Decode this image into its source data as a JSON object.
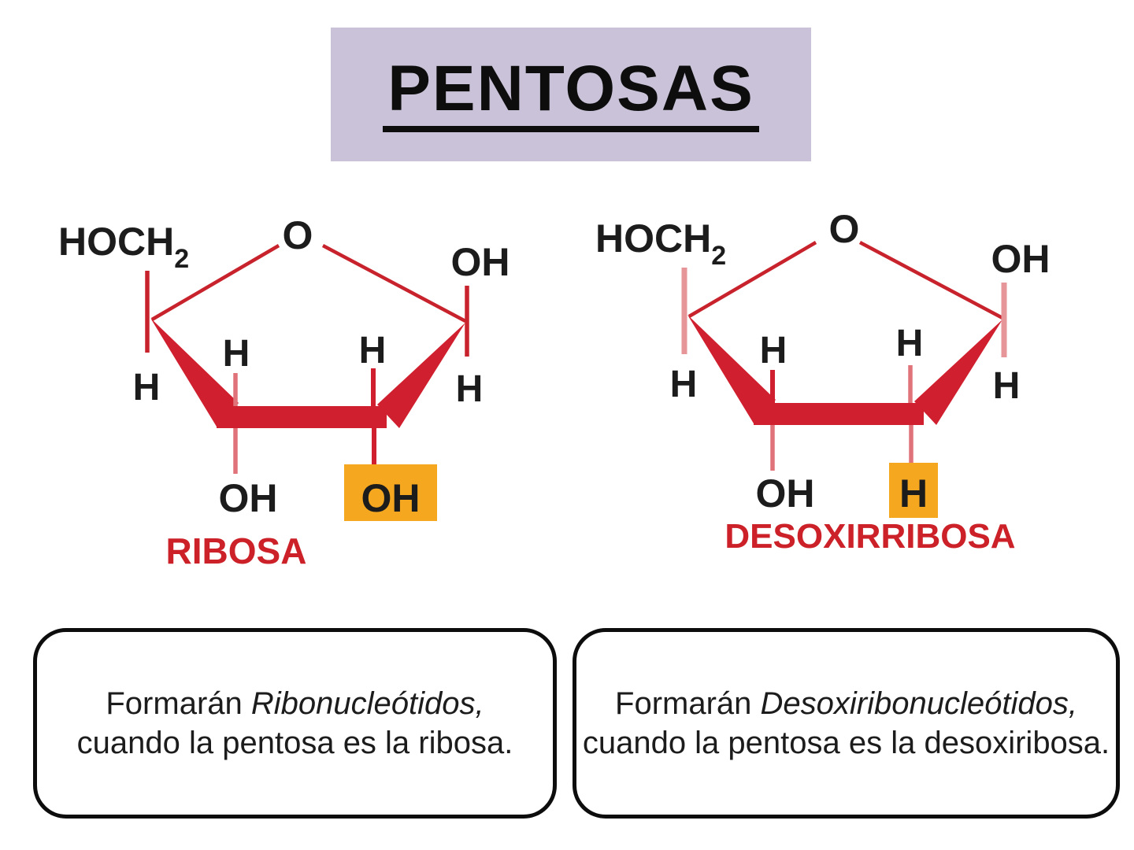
{
  "title": "PENTOSAS",
  "colors": {
    "title_bg": "#c9c2d8",
    "bond_red": "#c8232c",
    "bar_red": "#d01f2e",
    "stem_pink": "#e69599",
    "stem_salmon": "#e0737a",
    "label_red": "#cc2128",
    "highlight_orange": "#f5a71f",
    "text_black": "#1c1c1c",
    "ink": "#0d0d0d"
  },
  "molecules": [
    {
      "name": "RIBOSA",
      "hoch_label": "HOCH",
      "hoch_sub": "2",
      "o_label": "O",
      "oh_top_label": "OH",
      "h_outer_left": "H",
      "h_inner_left": "H",
      "h_inner_right": "H",
      "h_outer_right": "H",
      "oh_bottom_left": "OH",
      "highlight_label": "OH"
    },
    {
      "name": "DESOXIRRIBOSA",
      "hoch_label": "HOCH",
      "hoch_sub": "2",
      "o_label": "O",
      "oh_top_label": "OH",
      "h_outer_left": "H",
      "h_inner_left": "H",
      "h_inner_right": "H",
      "h_outer_right": "H",
      "oh_bottom_left": "OH",
      "highlight_label": "H"
    }
  ],
  "notes": [
    {
      "prefix": "Formarán ",
      "term": "Ribonucleótidos,",
      "line2": "cuando la pentosa es la ribosa."
    },
    {
      "prefix": "Formarán ",
      "term": "Desoxiribonucleótidos,",
      "line2": "cuando la pentosa es la desoxiribosa."
    }
  ]
}
